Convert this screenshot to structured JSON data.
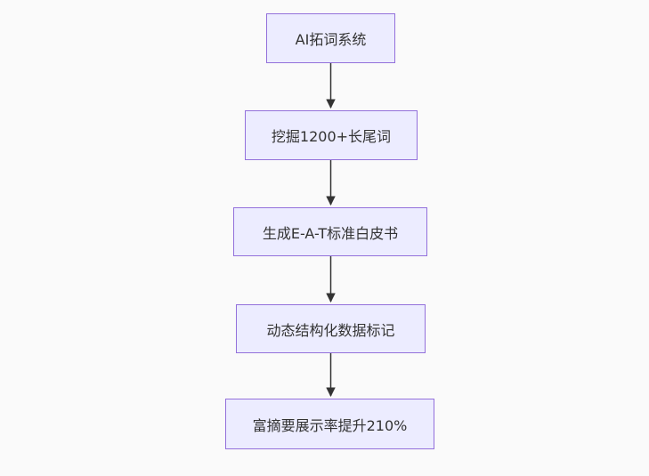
{
  "diagram": {
    "type": "flowchart",
    "direction": "top-down",
    "background_color": "#fafafa",
    "node_fill_color": "#ECECFF",
    "node_border_color": "#9370DB",
    "node_text_color": "#333333",
    "edge_color": "#333333",
    "nodes": [
      {
        "label": "AI拓词系统"
      },
      {
        "label": "挖掘1200+长尾词"
      },
      {
        "label": "生成E-A-T标准白皮书"
      },
      {
        "label": "动态结构化数据标记"
      },
      {
        "label": "富摘要展示率提升210%"
      }
    ],
    "edges": [
      {
        "from": "AI拓词系统",
        "to": "挖掘1200+长尾词"
      },
      {
        "from": "挖掘1200+长尾词",
        "to": "生成E-A-T标准白皮书"
      },
      {
        "from": "生成E-A-T标准白皮书",
        "to": "动态结构化数据标记"
      },
      {
        "from": "动态结构化数据标记",
        "to": "富摘要展示率提升210%"
      }
    ]
  }
}
